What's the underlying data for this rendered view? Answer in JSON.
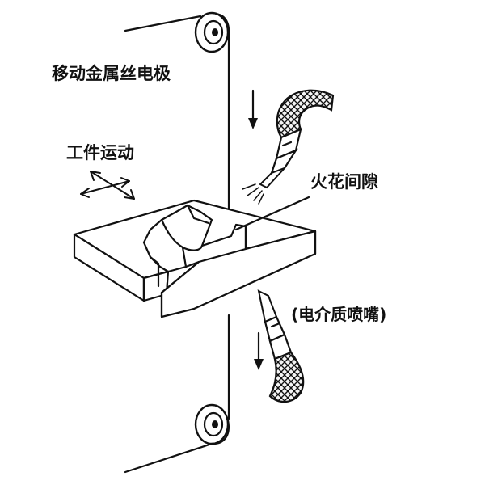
{
  "labels": {
    "electrode": "移动金属丝电极",
    "workpiece_motion": "工件运动",
    "spark_gap": "火花间隙",
    "nozzle": "(电介质喷嘴)"
  },
  "colors": {
    "ink": "#111111",
    "background": "#ffffff"
  },
  "icons": {
    "pulley_top": "pulley-icon",
    "pulley_bottom": "pulley-icon",
    "motion_arrows": "crossed-double-arrow-icon",
    "feed_arrow": "down-arrow-icon"
  }
}
